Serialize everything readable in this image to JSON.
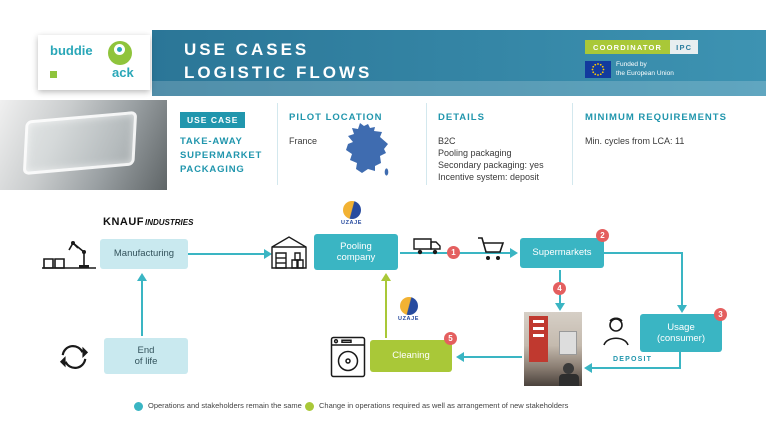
{
  "brand": {
    "buddie": "buddie",
    "ack": "ack"
  },
  "header": {
    "title_line1": "USE CASES",
    "title_line2": "LOGISTIC FLOWS",
    "coordinator_label": "COORDINATOR",
    "coordinator_value": "IPC",
    "eu_line1": "Funded by",
    "eu_line2": "the European Union"
  },
  "info": {
    "use_case": {
      "heading": "USE CASE",
      "line1": "TAKE-AWAY",
      "line2": "SUPERMARKET",
      "line3": "PACKAGING"
    },
    "pilot": {
      "heading": "PILOT LOCATION",
      "value": "France"
    },
    "details": {
      "heading": "DETAILS",
      "line1": "B2C",
      "line2": "Pooling packaging",
      "line3": "Secondary packaging: yes",
      "line4": "Incentive system: deposit"
    },
    "min_req": {
      "heading": "MINIMUM REQUIREMENTS",
      "value": "Min. cycles from LCA: 11"
    }
  },
  "diagram": {
    "knauf_part1": "KNAUF",
    "knauf_part2": "INDUSTRIES",
    "uzaje": "UZAJE",
    "manufacturing": "Manufacturing",
    "pooling_line1": "Pooling",
    "pooling_line2": "company",
    "supermarkets": "Supermarkets",
    "usage_line1": "Usage",
    "usage_line2": "(consumer)",
    "cleaning": "Cleaning",
    "end_line1": "End",
    "end_line2": "of life",
    "deposit": "DEPOSIT",
    "step1": "1",
    "step2": "2",
    "step3": "3",
    "step4": "4",
    "step5": "5"
  },
  "legend": {
    "same": "Operations and stakeholders remain the same",
    "change": "Change in operations required as well as arrangement of new stakeholders"
  },
  "colors": {
    "teal": "#3ab5c3",
    "header_teal": "#2e7e9f",
    "green": "#a9c838",
    "light_teal_box": "#c9e9ef",
    "red_badge": "#e45f5f",
    "heading_teal": "#2196ad",
    "eu_blue": "#123a9e",
    "map_blue": "#3f6cb0"
  }
}
